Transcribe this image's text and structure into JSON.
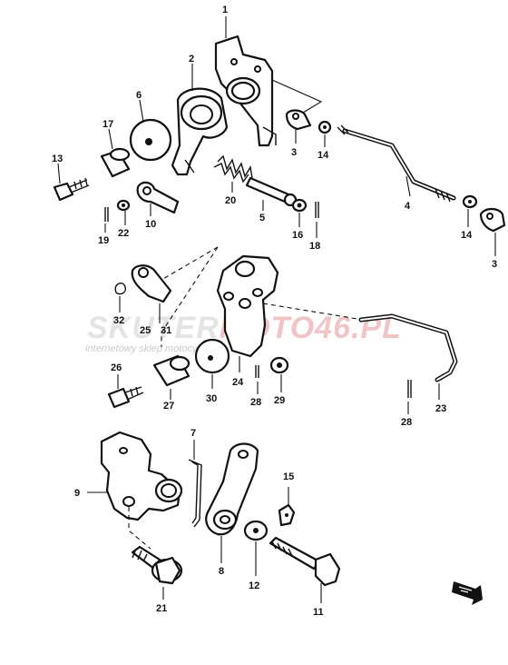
{
  "watermark": {
    "brand_a": "SKUTER",
    "brand_b": "MOTO46.PL",
    "tagline": "internetowy sklep motocyklowy"
  },
  "labels": {
    "p1": "1",
    "p2": "2",
    "p3a": "3",
    "p3b": "3",
    "p4": "4",
    "p5": "5",
    "p6": "6",
    "p7": "7",
    "p8": "8",
    "p9": "9",
    "p10": "10",
    "p11": "11",
    "p12": "12",
    "p13": "13",
    "p14a": "14",
    "p14b": "14",
    "p15": "15",
    "p16": "16",
    "p17": "17",
    "p18": "18",
    "p19": "19",
    "p20": "20",
    "p21": "21",
    "p22": "22",
    "p23": "23",
    "p24": "24",
    "p25": "25",
    "p26": "26",
    "p27": "27",
    "p28a": "28",
    "p28b": "28",
    "p29": "29",
    "p30": "30",
    "p31": "31",
    "p32": "32"
  }
}
